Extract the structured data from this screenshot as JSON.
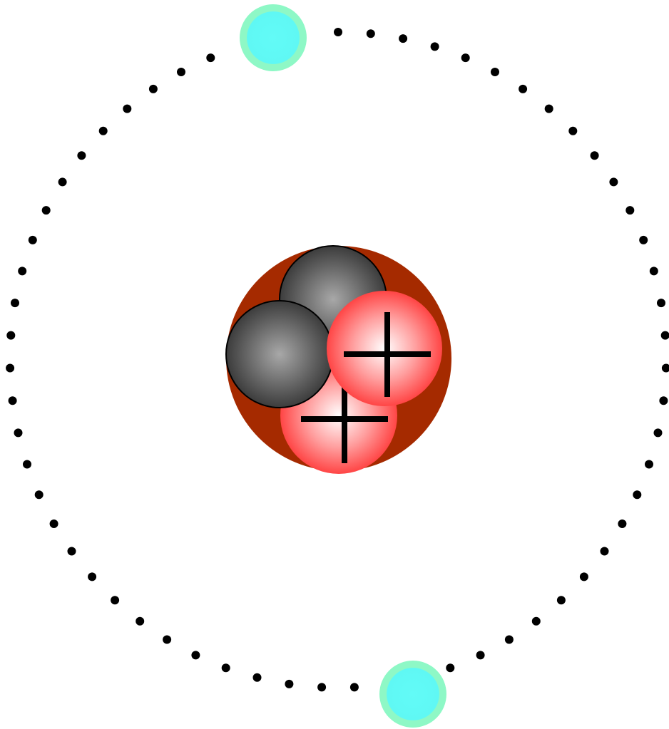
{
  "diagram": {
    "subject": "atom",
    "orbit": {
      "style": "dotted",
      "dot_color": "#000000"
    },
    "nucleus": {
      "background_color": "#a52a00",
      "neutrons": {
        "count": 2,
        "color": "#5a5a5a",
        "icon": "neutron-icon"
      },
      "protons": {
        "count": 2,
        "color": "#ff4a4a",
        "symbol_icon": "plus-icon"
      }
    },
    "electrons": {
      "count": 2,
      "color": "#5ff8f4",
      "glow_color": "#8ef8c6",
      "icon": "electron-icon"
    }
  }
}
